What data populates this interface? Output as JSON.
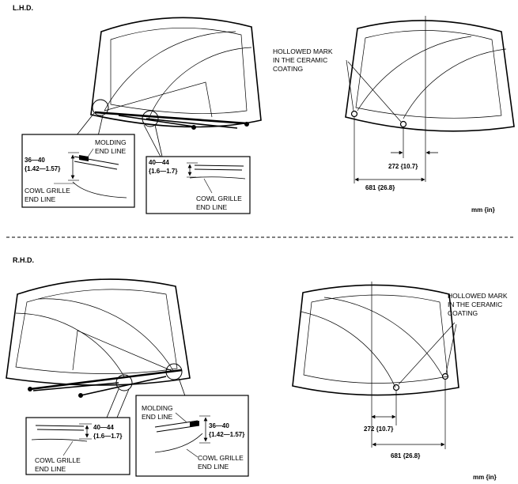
{
  "lhd": {
    "title": "L.H.D.",
    "detail_left": {
      "dim1": "36—40",
      "dim2": "{1.42—1.57}",
      "molding1": "MOLDING",
      "molding2": "END LINE",
      "cowl1": "COWL GRILLE",
      "cowl2": "END LINE"
    },
    "detail_right": {
      "dim1": "40—44",
      "dim2": "{1.6—1.7}",
      "cowl1": "COWL GRILLE",
      "cowl2": "END LINE"
    },
    "mark": {
      "line1": "HOLLOWED MARK",
      "line2": "IN THE CERAMIC",
      "line3": "COATING"
    },
    "dim_small": "272 {10.7}",
    "dim_large": "681 {26.8}",
    "units": "mm {in}"
  },
  "rhd": {
    "title": "R.H.D.",
    "detail_left": {
      "dim1": "40—44",
      "dim2": "{1.6—1.7}",
      "cowl1": "COWL GRILLE",
      "cowl2": "END LINE"
    },
    "detail_right": {
      "dim1": "36—40",
      "dim2": "{1.42—1.57}",
      "molding1": "MOLDING",
      "molding2": "END LINE",
      "cowl1": "COWL GRILLE",
      "cowl2": "END LINE"
    },
    "mark": {
      "line1": "HOLLOWED MARK",
      "line2": "IN THE CERAMIC",
      "line3": "COATING"
    },
    "dim_small": "272 {10.7}",
    "dim_large": "681 {26.8}",
    "units": "mm {in}"
  }
}
